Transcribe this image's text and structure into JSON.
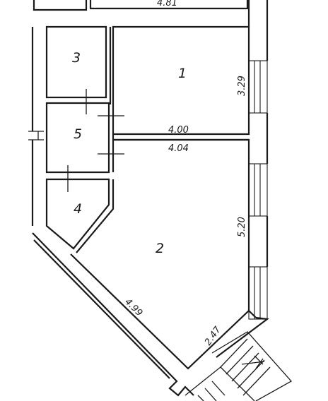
{
  "rooms": [
    {
      "number": "1"
    },
    {
      "number": "2"
    },
    {
      "number": "3"
    },
    {
      "number": "4"
    },
    {
      "number": "5"
    }
  ],
  "dimensions": {
    "top_room_width": "4.81",
    "room1_height": "3.29",
    "room1_width": "4.00",
    "room2_width": "4.04",
    "room2_height": "5.20",
    "room2_diagonal": "4.99",
    "room2_short_diagonal": "2.47"
  }
}
